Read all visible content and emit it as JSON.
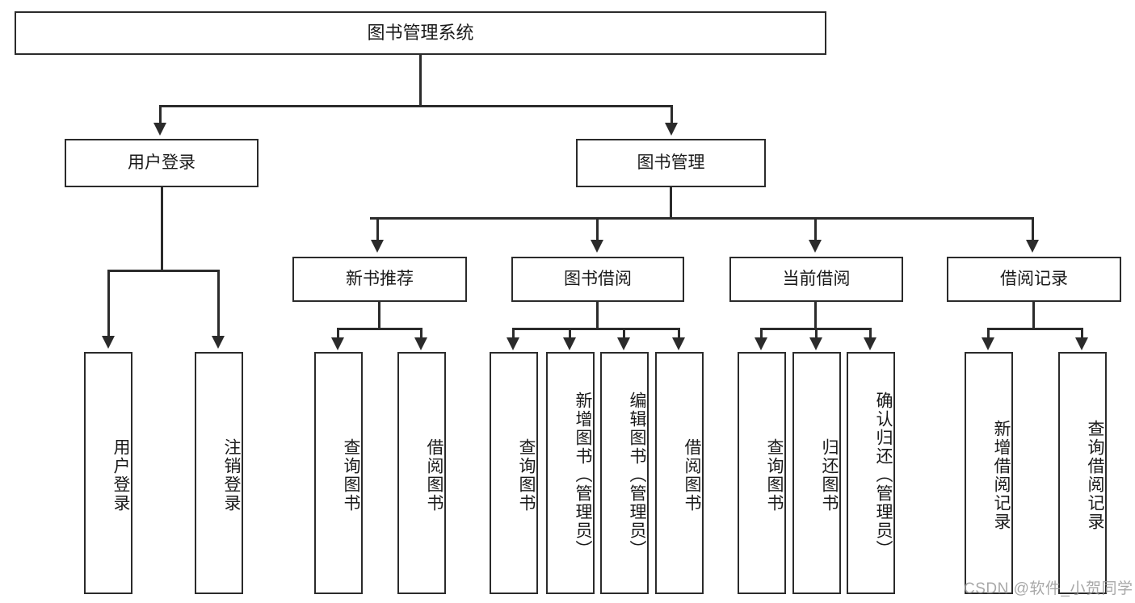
{
  "diagram": {
    "title": "图书管理系统",
    "type": "hierarchy-tree",
    "root": {
      "label": "图书管理系统"
    },
    "level2": [
      {
        "id": "user-login",
        "label": "用户登录"
      },
      {
        "id": "book-manage",
        "label": "图书管理"
      }
    ],
    "level3": [
      {
        "id": "new-book-recommend",
        "label": "新书推荐"
      },
      {
        "id": "book-borrow",
        "label": "图书借阅"
      },
      {
        "id": "current-borrow",
        "label": "当前借阅"
      },
      {
        "id": "borrow-record",
        "label": "借阅记录"
      }
    ],
    "leaves": {
      "user_login": [
        {
          "id": "leaf-user-login",
          "label": "用户登录"
        },
        {
          "id": "leaf-logout-login",
          "label": "注销登录"
        }
      ],
      "new_book_recommend": [
        {
          "id": "leaf-query-book-1",
          "label": "查询图书"
        },
        {
          "id": "leaf-borrow-book-1",
          "label": "借阅图书"
        }
      ],
      "book_borrow": [
        {
          "id": "leaf-query-book-2",
          "label": "查询图书"
        },
        {
          "id": "leaf-add-book",
          "label": "新增图书（管理员）"
        },
        {
          "id": "leaf-edit-book",
          "label": "编辑图书（管理员）"
        },
        {
          "id": "leaf-borrow-book-2",
          "label": "借阅图书"
        }
      ],
      "current_borrow": [
        {
          "id": "leaf-query-book-3",
          "label": "查询图书"
        },
        {
          "id": "leaf-return-book",
          "label": "归还图书"
        },
        {
          "id": "leaf-confirm-return",
          "label": "确认归还（管理员）"
        }
      ],
      "borrow_record": [
        {
          "id": "leaf-add-borrow-record",
          "label": "新增借阅记录"
        },
        {
          "id": "leaf-query-borrow-record",
          "label": "查询借阅记录"
        }
      ]
    }
  },
  "watermark": {
    "text": "CSDN @软件_小贺同学"
  },
  "colors": {
    "stroke": "#2b2b2b",
    "background": "#ffffff",
    "text": "#1a1a1a",
    "watermark": "#9a9a9a"
  }
}
